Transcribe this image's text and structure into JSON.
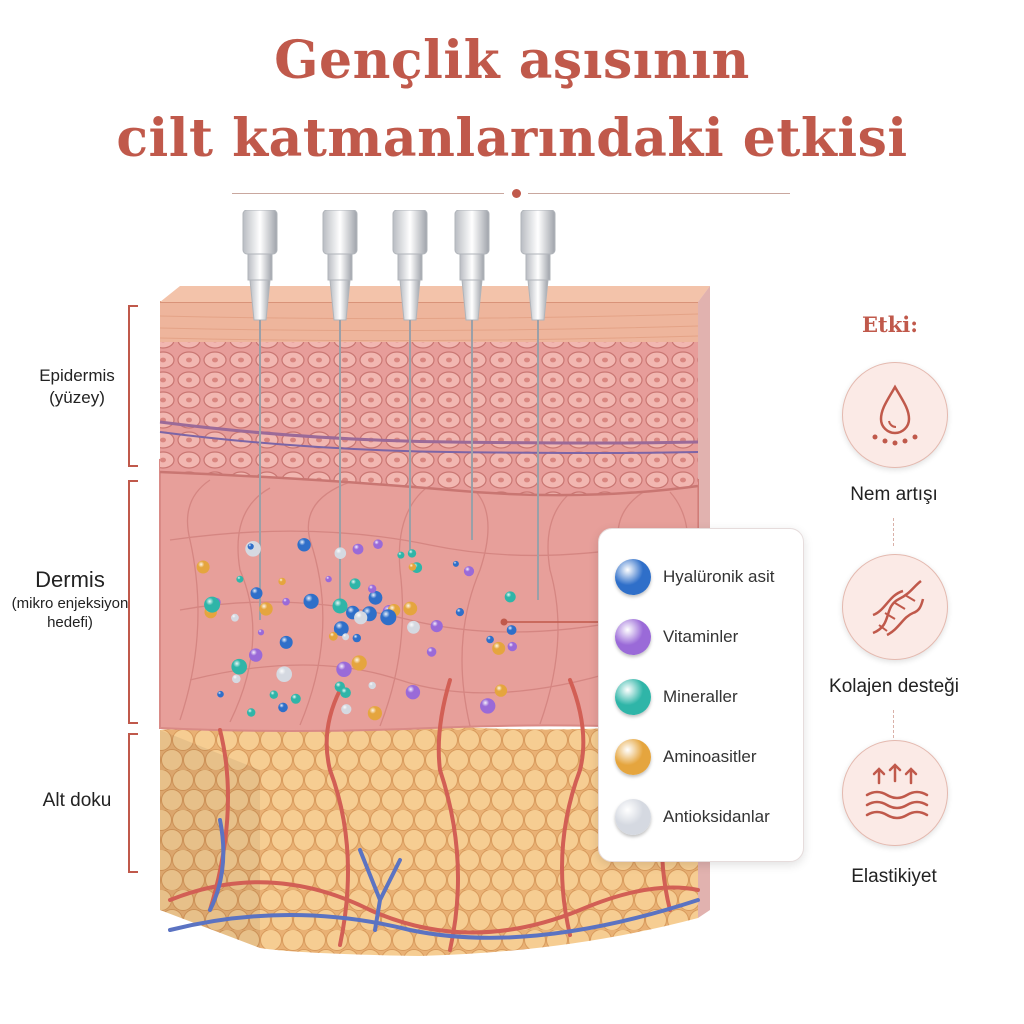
{
  "title": {
    "line1": "Gençlik aşısının",
    "line2": "cilt katmanlarındaki etkisi"
  },
  "layers": {
    "epidermis": {
      "line1": "Epidermis",
      "line2": "(yüzey)"
    },
    "dermis": {
      "name": "Dermis",
      "note_line1": "(mikro enjeksiyon",
      "note_line2": "hedefi)"
    },
    "subcutis": {
      "name": "Alt doku"
    }
  },
  "legend": [
    {
      "label": "Hyalüronik asit",
      "color": "#2f6fc9"
    },
    {
      "label": "Vitaminler",
      "color": "#9a6ad8"
    },
    {
      "label": "Mineraller",
      "color": "#2fb5a8"
    },
    {
      "label": "Aminoasitler",
      "color": "#e5a53e"
    },
    {
      "label": "Antioksidanlar",
      "color": "#d5d9e1"
    }
  ],
  "effects": {
    "title": "Etki:",
    "items": [
      {
        "label": "Nem artışı",
        "icon": "water-drop-icon"
      },
      {
        "label": "Kolajen desteği",
        "icon": "dna-helix-icon"
      },
      {
        "label": "Elastikiyet",
        "icon": "elasticity-waves-icon"
      }
    ]
  },
  "colors": {
    "accent": "#c0594b",
    "skin_surface": "#eeb59c",
    "epidermis": "#e9a3a0",
    "dermis": "#e69a97",
    "fat": "#f1c487",
    "blood_vessel": "#d25f55",
    "vein": "#5b73c2"
  }
}
